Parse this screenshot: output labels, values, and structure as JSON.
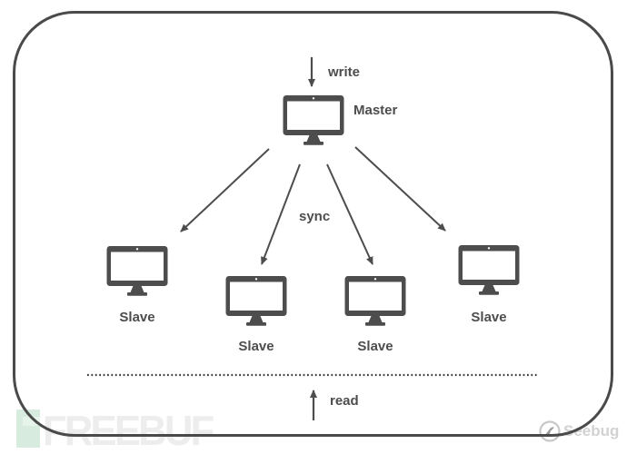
{
  "diagram": {
    "write_label": "write",
    "sync_label": "sync",
    "read_label": "read",
    "master": {
      "label": "Master"
    },
    "slaves": [
      {
        "label": "Slave"
      },
      {
        "label": "Slave"
      },
      {
        "label": "Slave"
      },
      {
        "label": "Slave"
      }
    ],
    "edges": [
      {
        "from": "master",
        "to": "slave-1"
      },
      {
        "from": "master",
        "to": "slave-2"
      },
      {
        "from": "master",
        "to": "slave-3"
      },
      {
        "from": "master",
        "to": "slave-4"
      }
    ]
  },
  "watermarks": {
    "freebuf_text": "FREEBUF",
    "seebug_text": "Seebug"
  },
  "colors": {
    "ink": "#4d4d4d",
    "border": "#4a4a4a",
    "freebuf_green": "#d7ebdf",
    "watermark_gray": "#ededed",
    "seebug_gray": "#d2d2d2"
  }
}
